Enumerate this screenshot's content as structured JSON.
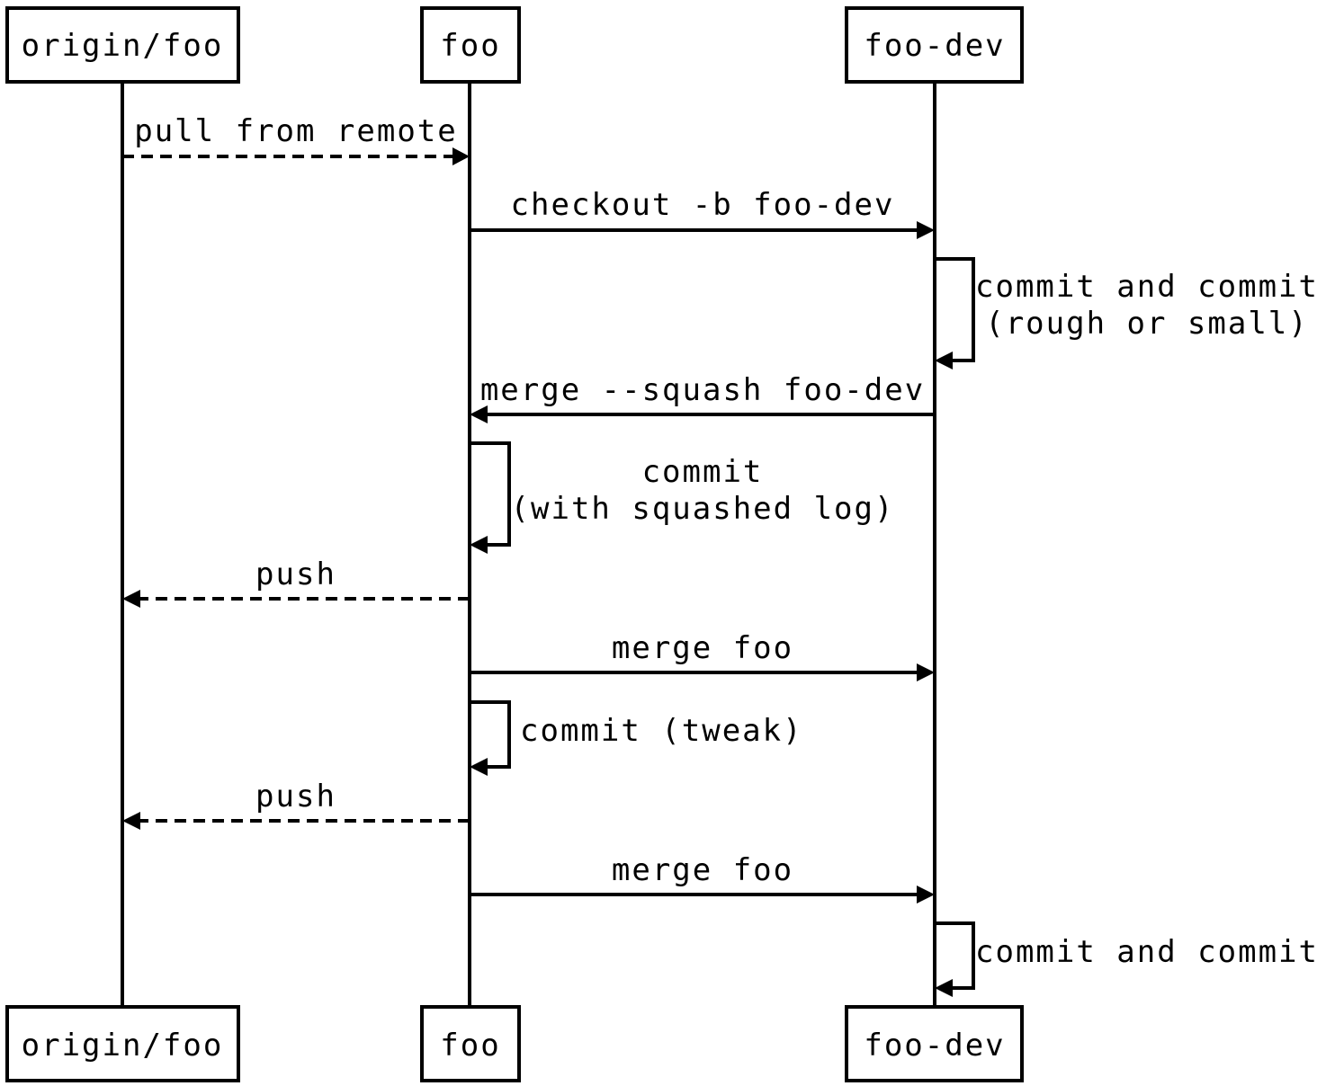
{
  "participants": [
    {
      "id": "origin",
      "label": "origin/foo"
    },
    {
      "id": "foo",
      "label": "foo"
    },
    {
      "id": "foodev",
      "label": "foo-dev"
    }
  ],
  "messages": [
    {
      "from": "origin",
      "to": "foo",
      "style": "dashed",
      "lines": [
        "pull from remote"
      ]
    },
    {
      "from": "foo",
      "to": "foodev",
      "style": "solid",
      "lines": [
        "checkout -b foo-dev"
      ]
    },
    {
      "from": "foodev",
      "to": "foodev",
      "style": "solid",
      "lines": [
        "commit and commit",
        "(rough or small)"
      ]
    },
    {
      "from": "foodev",
      "to": "foo",
      "style": "solid",
      "lines": [
        "merge --squash foo-dev"
      ]
    },
    {
      "from": "foo",
      "to": "foo",
      "style": "solid",
      "lines": [
        "commit",
        "(with squashed log)"
      ]
    },
    {
      "from": "foo",
      "to": "origin",
      "style": "dashed",
      "lines": [
        "push"
      ]
    },
    {
      "from": "foo",
      "to": "foodev",
      "style": "solid",
      "lines": [
        "merge foo"
      ]
    },
    {
      "from": "foo",
      "to": "foo",
      "style": "solid",
      "lines": [
        "commit (tweak)"
      ]
    },
    {
      "from": "foo",
      "to": "origin",
      "style": "dashed",
      "lines": [
        "push"
      ]
    },
    {
      "from": "foo",
      "to": "foodev",
      "style": "solid",
      "lines": [
        "merge foo"
      ]
    },
    {
      "from": "foodev",
      "to": "foodev",
      "style": "solid",
      "lines": [
        "commit and commit"
      ]
    }
  ]
}
